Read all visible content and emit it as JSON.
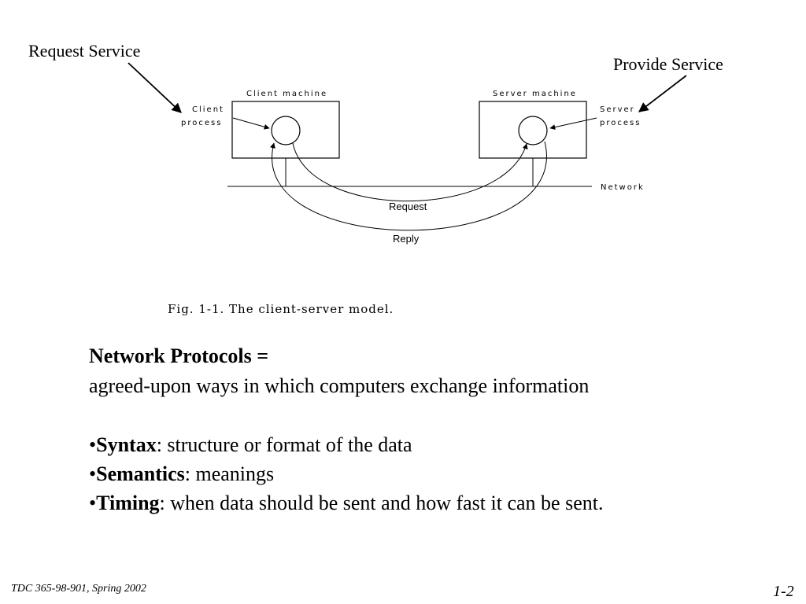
{
  "callouts": {
    "request_service": "Request Service",
    "provide_service": "Provide Service"
  },
  "diagram": {
    "client_machine": "Client machine",
    "server_machine": "Server machine",
    "client_process_line1": "Client",
    "client_process_line2": "process",
    "server_process_line1": "Server",
    "server_process_line2": "process",
    "network": "Network",
    "request": "Request",
    "reply": "Reply",
    "caption": "Fig. 1-1.  The client-server model."
  },
  "content": {
    "heading": "Network Protocols =",
    "definition": "agreed-upon ways in which computers exchange information",
    "bullet_char": "•",
    "bullets": [
      {
        "term": "Syntax",
        "desc": ": structure or format of the data"
      },
      {
        "term": "Semantics",
        "desc": ": meanings"
      },
      {
        "term": "Timing",
        "desc": ": when data should be sent and how fast it can be sent."
      }
    ]
  },
  "footer": {
    "left": "TDC 365-98-901, Spring 2002",
    "right": "1-2"
  }
}
